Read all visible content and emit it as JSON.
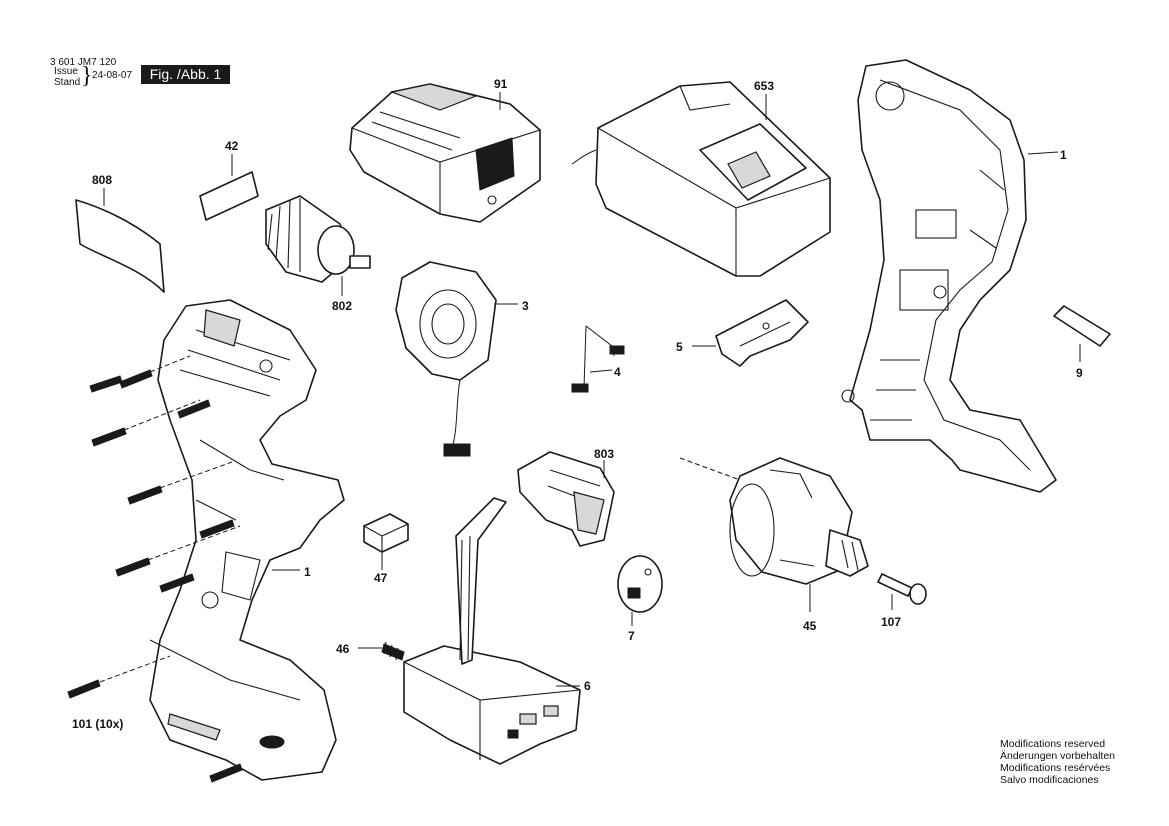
{
  "header": {
    "doc_number": "3 601 JM7 120",
    "issue_label": "Issue",
    "stand_label": "Stand",
    "date": "24-08-07",
    "figure_label": "Fig. /Abb. 1"
  },
  "part_labels": {
    "p91": "91",
    "p653": "653",
    "p1_top": "1",
    "p42": "42",
    "p808": "808",
    "p802": "802",
    "p3": "3",
    "p5": "5",
    "p4": "4",
    "p9": "9",
    "p803": "803",
    "p1_left": "1",
    "p47": "47",
    "p7": "7",
    "p45": "45",
    "p107": "107",
    "p46": "46",
    "p6": "6",
    "p101": "101 (10x)"
  },
  "notes": [
    "Modifications reserved",
    "Änderungen vorbehalten",
    "Modifications resérvées",
    "Salvo modificaciones"
  ]
}
